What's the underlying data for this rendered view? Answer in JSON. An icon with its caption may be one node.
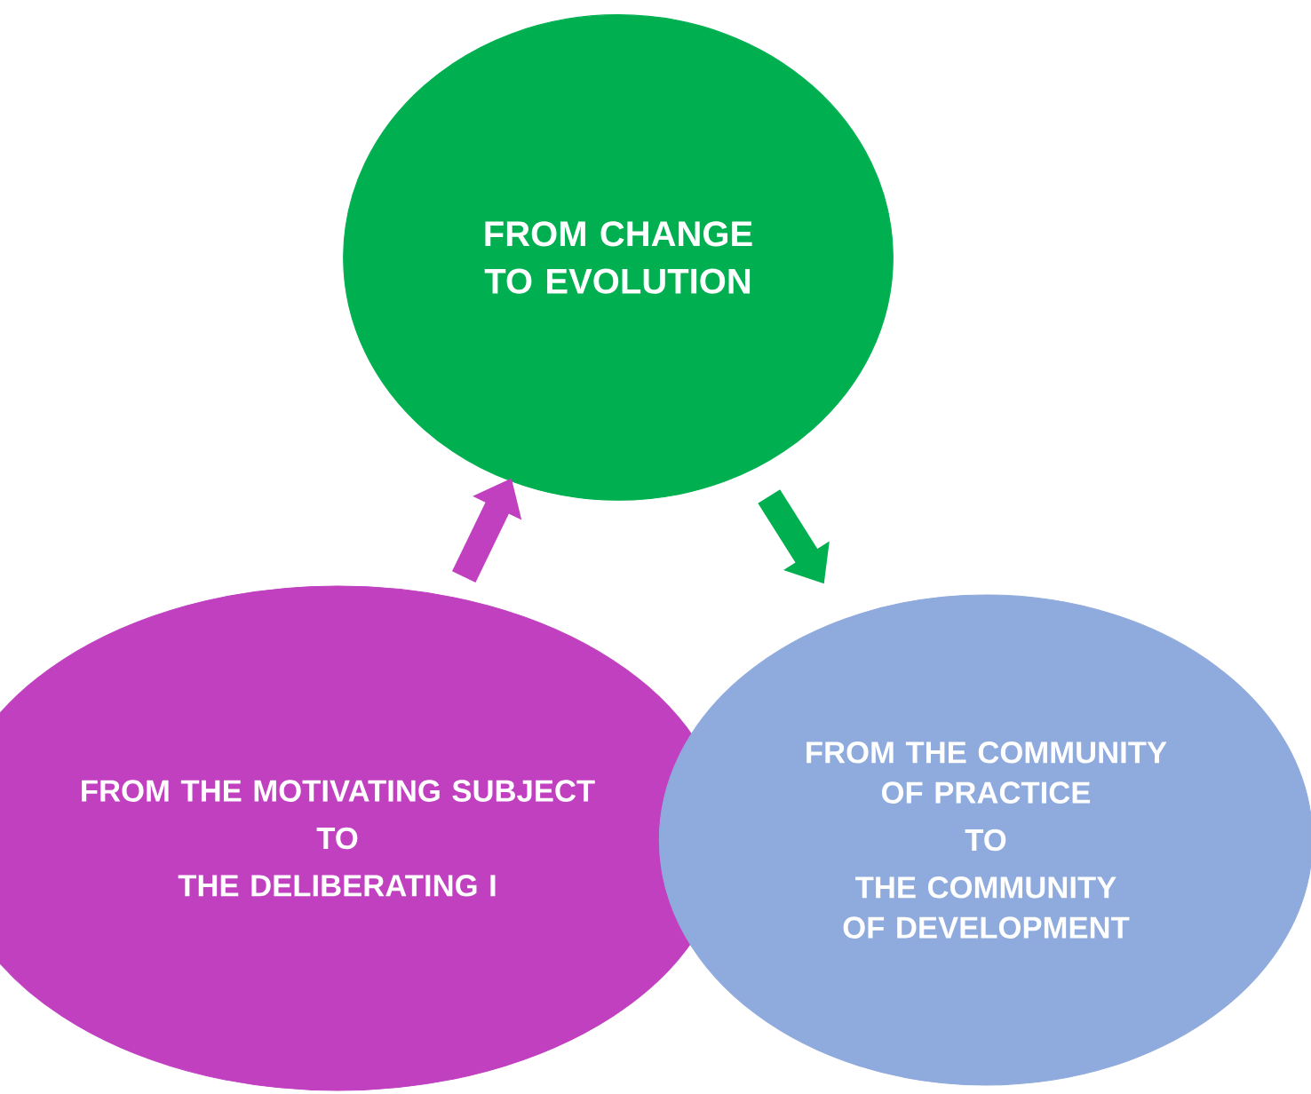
{
  "diagram": {
    "nodes": [
      {
        "text": [
          "FROM CHANGE TO EVOLUTION"
        ]
      },
      {
        "text": [
          "FROM THE MOTIVATING SUBJECT",
          "TO",
          "THE DELIBERATING I"
        ]
      },
      {
        "text": [
          "FROM THE COMMUNITY OF PRACTICE",
          "TO",
          "THE COMMUNITY OF DEVELOPMENT"
        ]
      }
    ],
    "edges": [
      {
        "from": 1,
        "to": 0,
        "arrow": "to",
        "color": "#c040c0"
      },
      {
        "from": 0,
        "to": 2,
        "arrow": "to",
        "color": "#00b050"
      }
    ]
  }
}
